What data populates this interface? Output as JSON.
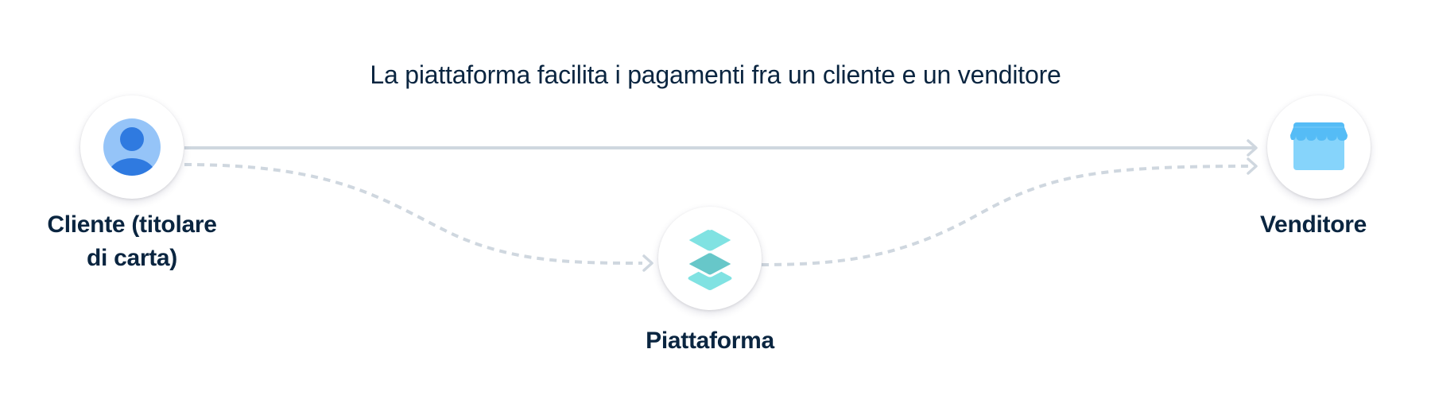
{
  "diagram": {
    "title": "La piattaforma facilita i pagamenti fra un cliente e un venditore",
    "nodes": [
      {
        "id": "cliente",
        "label_line1": "Cliente (titolare",
        "label_line2": "di carta)",
        "icon": "user-icon"
      },
      {
        "id": "piattaforma",
        "label": "Piattaforma",
        "icon": "layers-icon"
      },
      {
        "id": "venditore",
        "label": "Venditore",
        "icon": "storefront-icon"
      }
    ],
    "edges": [
      {
        "from": "cliente",
        "to": "venditore",
        "style": "solid"
      },
      {
        "from": "cliente",
        "to": "piattaforma",
        "style": "dashed"
      },
      {
        "from": "piattaforma",
        "to": "venditore",
        "style": "dashed"
      }
    ],
    "colors": {
      "text": "#0a2540",
      "connector": "#cfd7df",
      "user_light": "#95c4f8",
      "user_dark": "#2f7ae0",
      "layers_light": "#80e2e2",
      "layers_dark": "#67c7c9",
      "store_roof": "#55bcf6",
      "store_body": "#86d4fb"
    }
  }
}
